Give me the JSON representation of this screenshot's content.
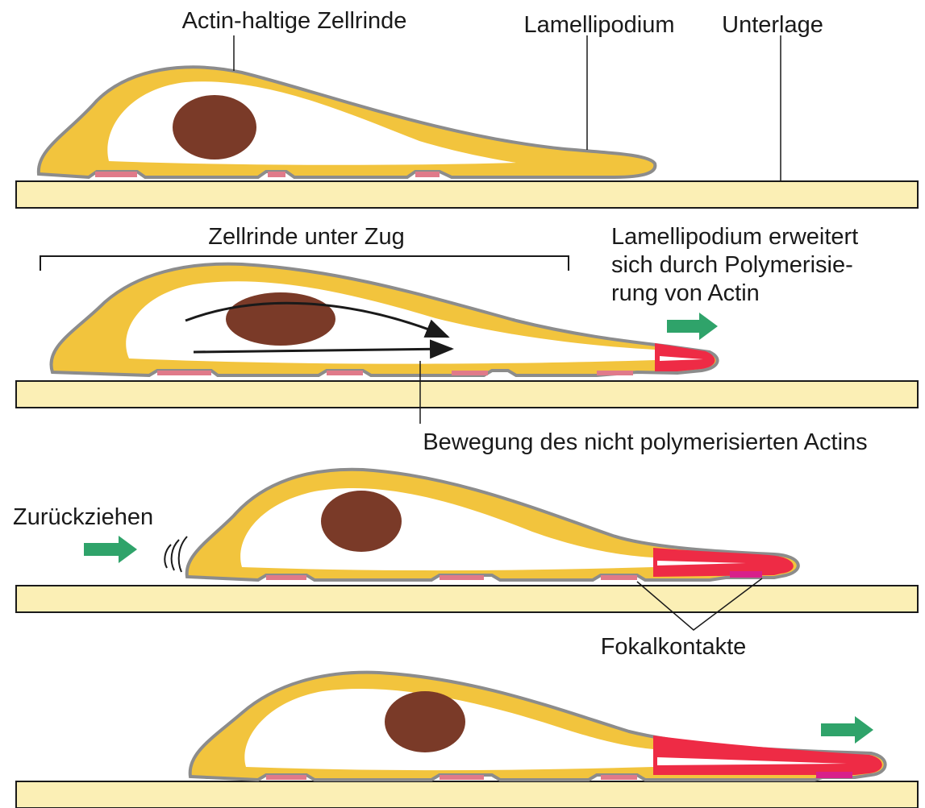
{
  "labels": {
    "cortex": "Actin-haltige Zellrinde",
    "lamellipodium": "Lamellipodium",
    "substrate": "Unterlage",
    "cortex_tension": "Zellrinde unter Zug",
    "lamellipodium_extends": [
      "Lamellipodium erweitert",
      "sich durch Polymerisie-",
      "rung von Actin"
    ],
    "actin_movement": "Bewegung des nicht polymerisierten Actins",
    "retraction": "Zurückziehen",
    "focal_contacts": "Fokalkontakte"
  },
  "colors": {
    "cortex_yellow": "#f2c43d",
    "cell_outline": "#8c8c8c",
    "nucleus": "#7a3a28",
    "actin_red": "#ee2b45",
    "arrow_green": "#2fa36a",
    "substrate_fill": "#fbefb5",
    "focal_contact": "#e07a8a",
    "ink": "#1a1a1a"
  }
}
